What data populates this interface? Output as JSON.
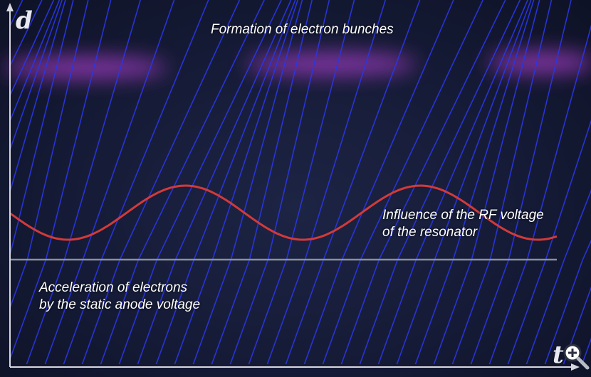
{
  "labels": {
    "title": "Formation of electron bunches",
    "rf_line1": "Influence of the RF voltage",
    "rf_line2": "of the resonator",
    "anode_line1": "Acceleration of electrons",
    "anode_line2": "by the static anode voltage"
  },
  "axes": {
    "y_label": "d",
    "x_label": "t"
  },
  "colors": {
    "background": "#151b36",
    "electron_lines": "#2a36e8",
    "rf_curve": "#d23a3a",
    "anode_line": "#8a8f9c",
    "bunch_glow": "#a43cc8",
    "axis": "#d8d8e0"
  },
  "icons": {
    "zoom": "magnifier-plus-icon"
  }
}
